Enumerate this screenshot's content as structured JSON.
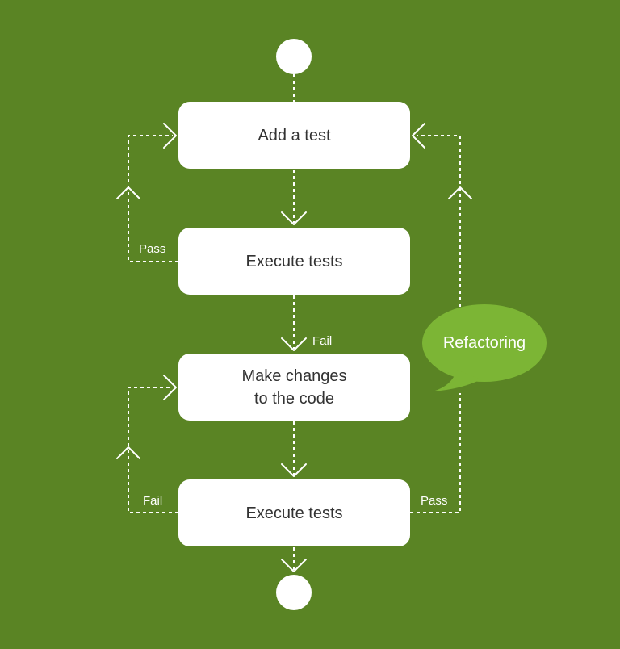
{
  "colors": {
    "background": "#5a8424",
    "box": "#ffffff",
    "box_text": "#333333",
    "connector": "#ffffff",
    "bubble": "#7cb535"
  },
  "nodes": {
    "start": "",
    "add_test": "Add a test",
    "execute_tests_1": "Execute tests",
    "make_changes": {
      "line1": "Make changes",
      "line2": "to the code"
    },
    "execute_tests_2": "Execute tests",
    "end": ""
  },
  "edge_labels": {
    "pass_top": "Pass",
    "fail_middle": "Fail",
    "fail_bottom": "Fail",
    "pass_bottom": "Pass"
  },
  "callout": {
    "label": "Refactoring"
  }
}
